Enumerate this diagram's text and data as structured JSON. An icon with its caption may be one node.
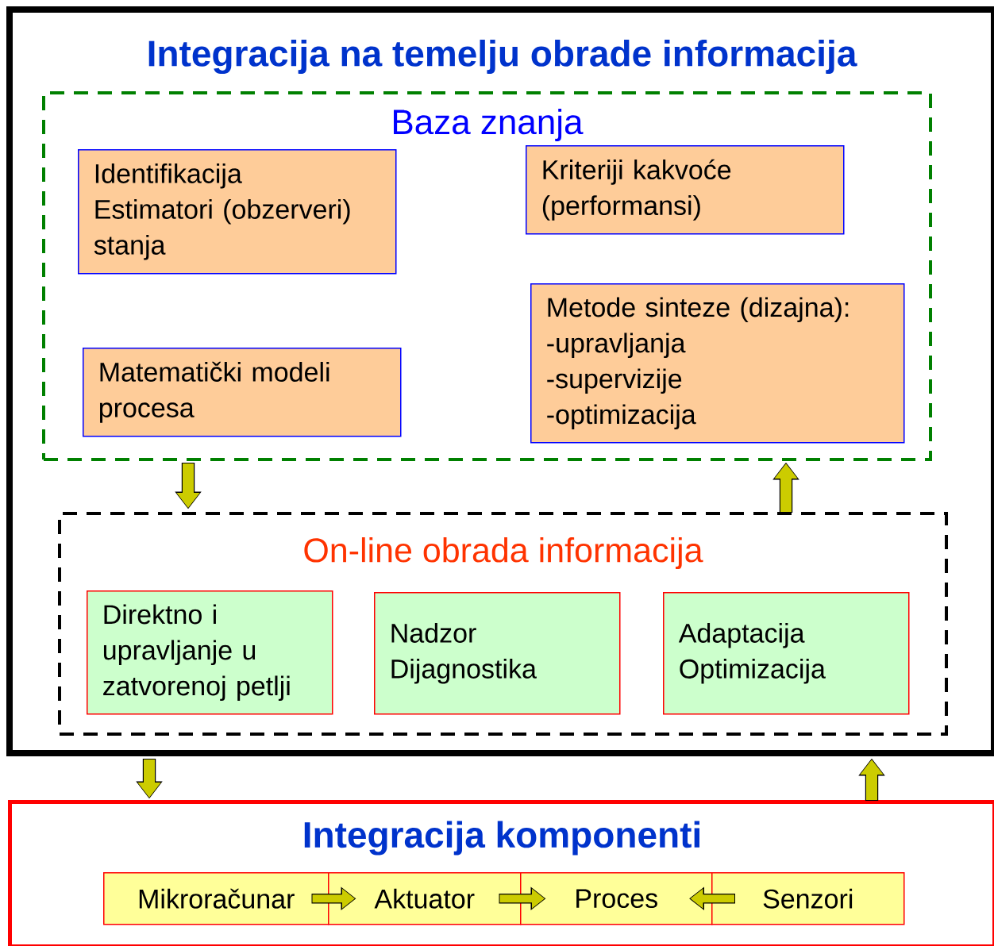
{
  "diagram": {
    "nodes": [
      {
        "text": [
          "Integracija na temelju obrade informacija"
        ]
      },
      {
        "text": [
          "Baza znanja"
        ],
        "in": 0
      },
      {
        "text": [
          "Identifikacija",
          "Estimatori (obzerveri) stanja"
        ],
        "in": 1
      },
      {
        "text": [
          "Kriteriji kakvoće (performansi)"
        ],
        "in": 1
      },
      {
        "text": [
          "Matematički modeli procesa"
        ],
        "in": 1
      },
      {
        "text": [
          "Metode sinteze (dizajna):",
          "-upravljanja",
          "-supervizije",
          "-optimizacija"
        ],
        "in": 1
      },
      {
        "text": [
          "On-line obrada informacija"
        ],
        "in": 0
      },
      {
        "text": [
          "Direktno i upravljanje u zatvorenoj petlji"
        ],
        "in": 6
      },
      {
        "text": [
          "Nadzor",
          "Dijagnostika"
        ],
        "in": 6
      },
      {
        "text": [
          "Adaptacija",
          "Optimizacija"
        ],
        "in": 6
      },
      {
        "text": [
          "Integracija komponenti"
        ]
      },
      {
        "text": [
          "Mikroračunar"
        ],
        "in": 10
      },
      {
        "text": [
          "Aktuator"
        ],
        "in": 10
      },
      {
        "text": [
          "Proces"
        ],
        "in": 10
      },
      {
        "text": [
          "Senzori"
        ],
        "in": 10
      }
    ],
    "edges": [
      {
        "from": 1,
        "to": 6,
        "arrow": "to"
      },
      {
        "from": 6,
        "to": 1,
        "arrow": "to"
      },
      {
        "from": 0,
        "to": 10,
        "arrow": "to"
      },
      {
        "from": 10,
        "to": 0,
        "arrow": "to"
      },
      {
        "from": 11,
        "to": 12,
        "arrow": "to"
      },
      {
        "from": 12,
        "to": 13,
        "arrow": "to"
      },
      {
        "from": 14,
        "to": 13,
        "arrow": "to"
      }
    ]
  }
}
